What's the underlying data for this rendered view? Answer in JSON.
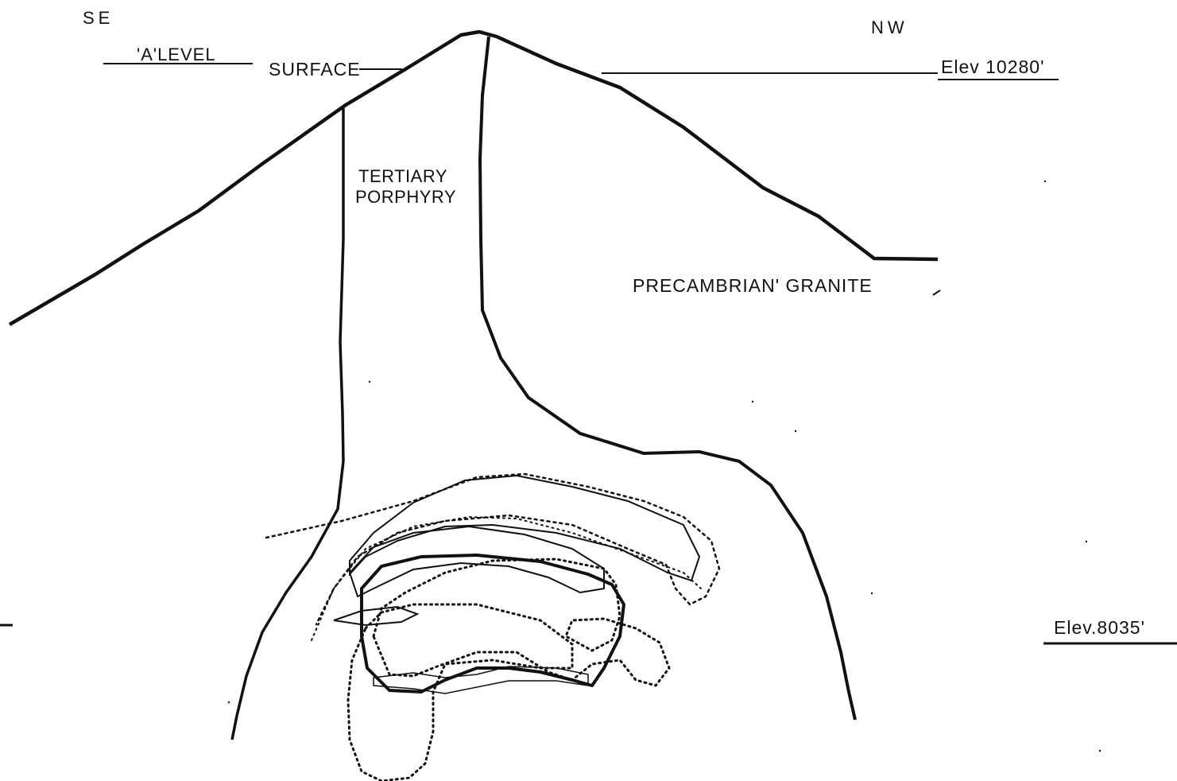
{
  "labels": {
    "direction_left": "SE",
    "direction_right": "NW",
    "a_level": "'A'LEVEL",
    "surface": "SURFACE",
    "elev_top": "Elev 10280'",
    "elev_bottom": "Elev.8035'",
    "porphyry_line1": "TERTIARY",
    "porphyry_line2": "PORPHYRY",
    "granite": "PRECAMBRIAN' GRANITE"
  },
  "colors": {
    "ink": "#111111",
    "paper": "#ffffff"
  }
}
